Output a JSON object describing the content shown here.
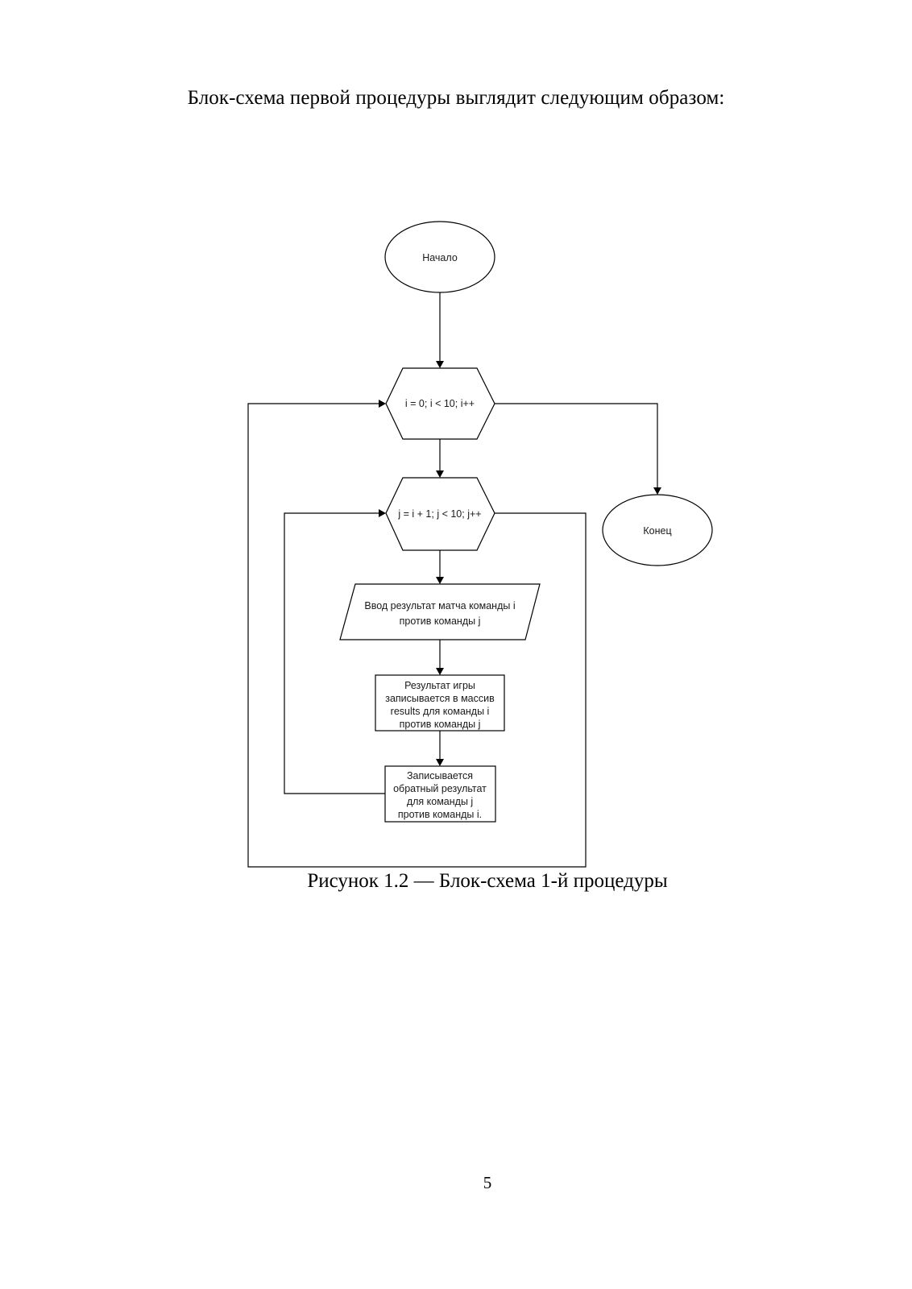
{
  "document": {
    "intro_text": "Блок-схема первой процедуры выглядит следующим образом:",
    "figure_caption": "Рисунок 1.2 — Блок-схема 1-й процедуры",
    "page_number": "5"
  },
  "flowchart": {
    "nodes": {
      "start": {
        "label": "Начало",
        "shape": "ellipse"
      },
      "outer_loop": {
        "label": "i = 0; i < 10; i++",
        "shape": "hexagon"
      },
      "end": {
        "label": "Конец",
        "shape": "ellipse"
      },
      "inner_loop": {
        "label": "j = i + 1; j < 10; j++",
        "shape": "hexagon"
      },
      "input_result": {
        "label_lines": [
          "Ввод результат матча команды i",
          "против команды j"
        ],
        "shape": "parallelogram"
      },
      "store_result": {
        "label_lines": [
          "Результат игры",
          "записывается в массив",
          "results для команды i",
          "против команды j"
        ],
        "shape": "rectangle"
      },
      "store_reverse": {
        "label_lines": [
          "Записывается",
          "обратный результат",
          "для команды j",
          "против команды i."
        ],
        "shape": "rectangle"
      }
    },
    "edges": [
      {
        "from": "start",
        "to": "outer_loop"
      },
      {
        "from": "outer_loop",
        "to": "inner_loop"
      },
      {
        "from": "outer_loop",
        "to": "end"
      },
      {
        "from": "inner_loop",
        "to": "input_result"
      },
      {
        "from": "input_result",
        "to": "store_result"
      },
      {
        "from": "store_result",
        "to": "store_reverse"
      },
      {
        "from": "store_reverse",
        "to": "inner_loop"
      },
      {
        "from": "inner_loop",
        "to": "outer_loop"
      }
    ]
  }
}
